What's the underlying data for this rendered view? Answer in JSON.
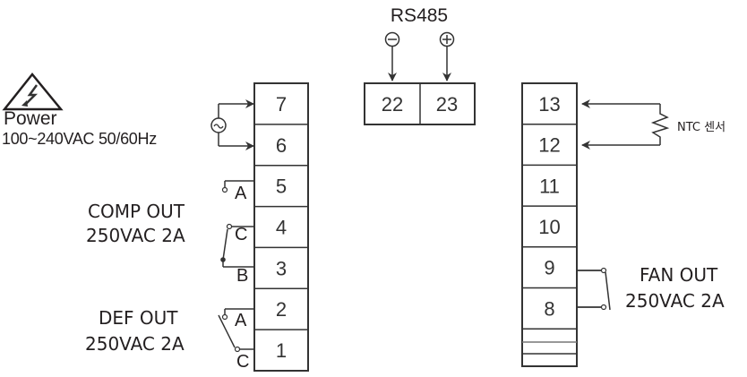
{
  "power": {
    "icon": "high-voltage-warning-icon",
    "title": "Power",
    "spec": "100~240VAC 50/60Hz",
    "source_symbol": "~"
  },
  "rs485": {
    "title": "RS485",
    "minus_symbol": "−",
    "plus_symbol": "+",
    "terminals": [
      "22",
      "23"
    ]
  },
  "left_block": {
    "terminals": [
      "7",
      "6",
      "5",
      "4",
      "3",
      "2",
      "1"
    ]
  },
  "comp_out": {
    "line1": "COMP OUT",
    "line2": "250VAC 2A",
    "contacts": {
      "a": "A",
      "c": "C",
      "b": "B"
    }
  },
  "def_out": {
    "line1": "DEF OUT",
    "line2": "250VAC 2A",
    "contacts": {
      "a": "A",
      "c": "C"
    }
  },
  "right_block": {
    "terminals": [
      "13",
      "12",
      "11",
      "10",
      "9",
      "8"
    ]
  },
  "ntc": {
    "label": "NTC 센서"
  },
  "fan_out": {
    "line1": "FAN OUT",
    "line2": "250VAC 2A"
  }
}
